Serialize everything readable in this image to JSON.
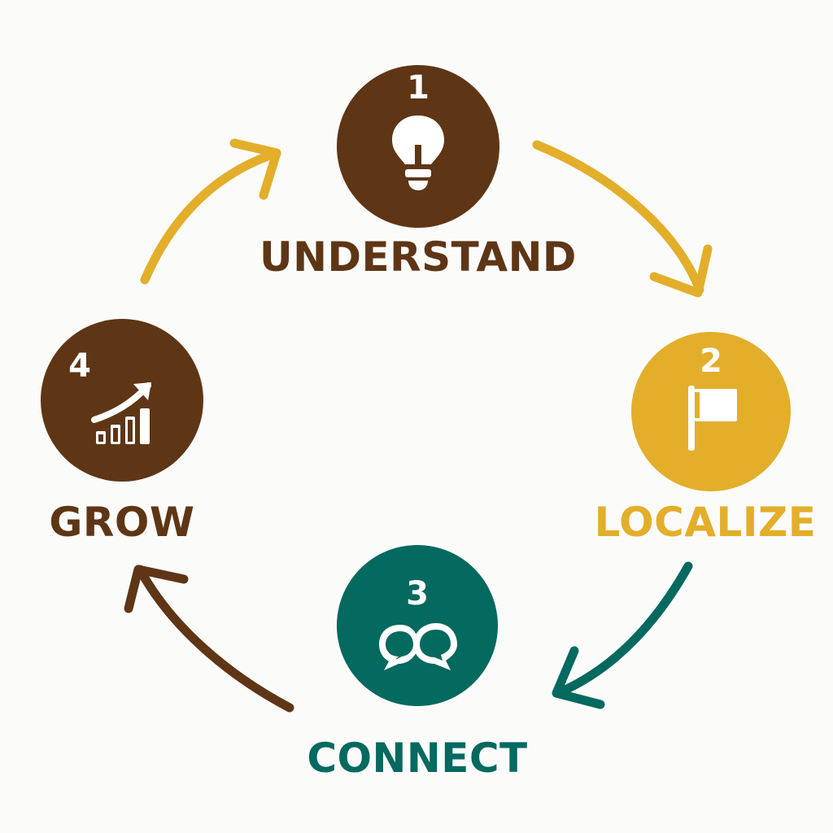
{
  "steps": [
    {
      "number": "1",
      "label": "UNDERSTAND",
      "icon": "lightbulb-icon",
      "color": "#5e3616"
    },
    {
      "number": "2",
      "label": "LOCALIZE",
      "icon": "flag-icon",
      "color": "#e3ae2a"
    },
    {
      "number": "3",
      "label": "CONNECT",
      "icon": "chat-bubbles-icon",
      "color": "#04695f"
    },
    {
      "number": "4",
      "label": "GROW",
      "icon": "growth-chart-icon",
      "color": "#5e3616"
    }
  ],
  "arrow_colors": {
    "understand_to_localize": "#e3ae2a",
    "localize_to_connect": "#04695f",
    "connect_to_grow": "#5e3616",
    "grow_to_understand": "#e3ae2a"
  },
  "background": "#fbfbfa"
}
